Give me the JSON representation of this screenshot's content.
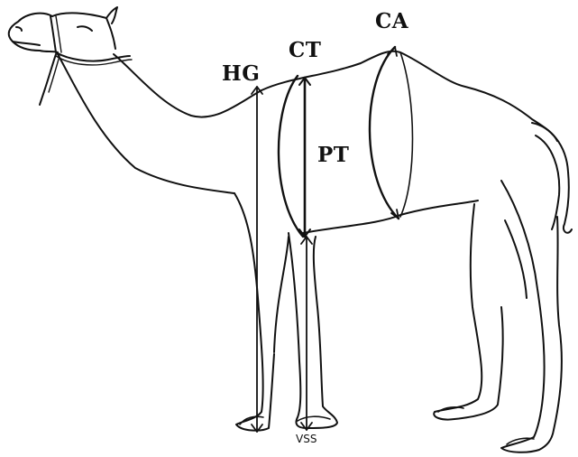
{
  "labels": {
    "hg": "HG",
    "ct": "CT",
    "ca": "CA",
    "pt": "PT",
    "vss": "VSS"
  },
  "colors": {
    "line": "#111111",
    "background": "#ffffff"
  }
}
